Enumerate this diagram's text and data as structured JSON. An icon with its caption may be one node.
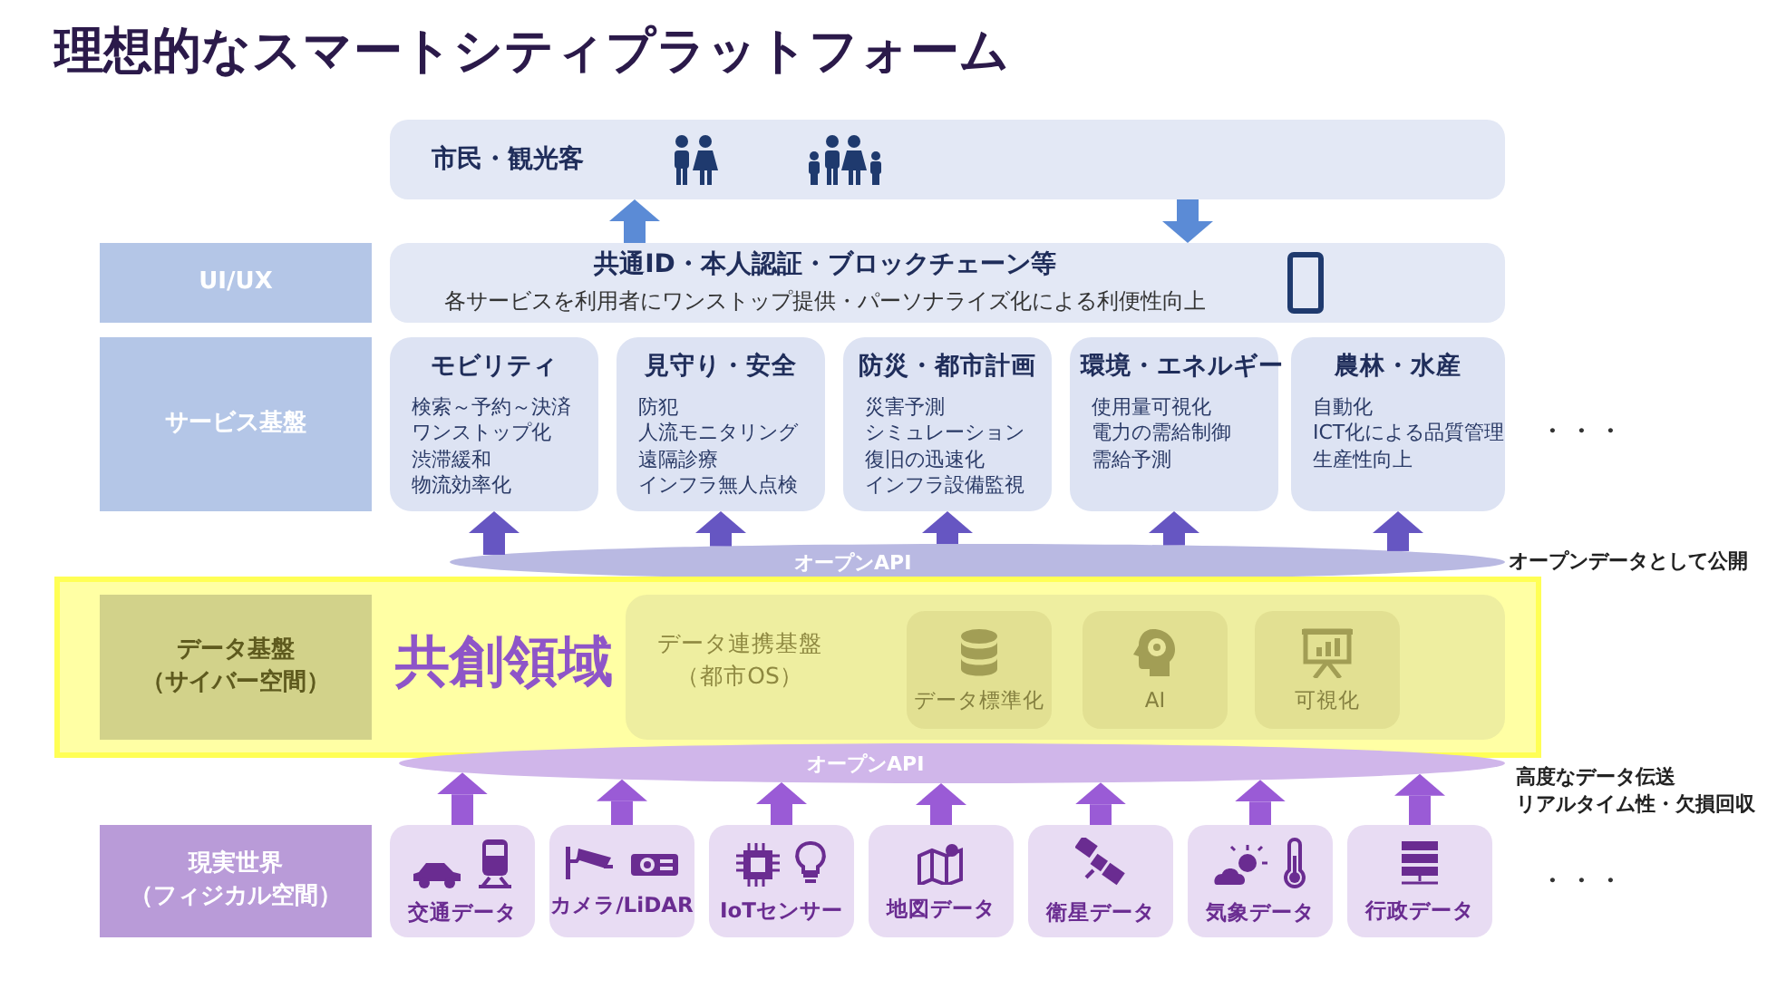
{
  "diagram": {
    "title": "理想的なスマートシティプラットフォーム",
    "nodes": [
      {
        "text": [
          "市民・観光客"
        ]
      },
      {
        "text": [
          "UI/UX"
        ]
      },
      {
        "text": [
          "共通ID・本人認証・ブロックチェーン等",
          "各サービスを利用者にワンストップ提供・パーソナライズ化による利便性向上"
        ]
      },
      {
        "text": [
          "サービス基盤"
        ]
      },
      {
        "text": [
          "モビリティ",
          "検索～予約～決済",
          "ワンストップ化",
          "渋滞緩和",
          "物流効率化"
        ]
      },
      {
        "text": [
          "見守り・安全",
          "防犯",
          "人流モニタリング",
          "遠隔診療",
          "インフラ無人点検"
        ]
      },
      {
        "text": [
          "防災・都市計画",
          "災害予測",
          "シミュレーション",
          "復旧の迅速化",
          "インフラ設備監視"
        ]
      },
      {
        "text": [
          "環境・エネルギー",
          "使用量可視化",
          "電力の需給制御",
          "需給予測"
        ]
      },
      {
        "text": [
          "農林・水産",
          "自動化",
          "ICT化による品質管理",
          "生産性向上"
        ]
      },
      {
        "text": [
          "オープンAPI"
        ]
      },
      {
        "text": [
          "共創領域"
        ]
      },
      {
        "text": [
          "データ基盤（サイバー空間）"
        ],
        "in": 10
      },
      {
        "text": [
          "データ連携基盤（都市OS）"
        ],
        "in": 10
      },
      {
        "text": [
          "データ標準化"
        ],
        "in": 12
      },
      {
        "text": [
          "AI"
        ],
        "in": 12
      },
      {
        "text": [
          "可視化"
        ],
        "in": 12
      },
      {
        "text": [
          "オープンAPI"
        ]
      },
      {
        "text": [
          "現実世界（フィジカル空間）"
        ]
      },
      {
        "text": [
          "交通データ"
        ]
      },
      {
        "text": [
          "カメラ/LiDAR"
        ]
      },
      {
        "text": [
          "IoTセンサー"
        ]
      },
      {
        "text": [
          "地図データ"
        ]
      },
      {
        "text": [
          "衛星データ"
        ]
      },
      {
        "text": [
          "気象データ"
        ]
      },
      {
        "text": [
          "行政データ"
        ]
      }
    ],
    "edges": [
      {
        "from": 2,
        "to": 0,
        "arrow": "to",
        "color": "#5b8bd6"
      },
      {
        "from": 0,
        "to": 2,
        "arrow": "to",
        "color": "#5b8bd6"
      },
      {
        "from": 9,
        "to": 4,
        "arrow": "to",
        "color": "#6656c2"
      },
      {
        "from": 9,
        "to": 5,
        "arrow": "to",
        "color": "#6656c2"
      },
      {
        "from": 9,
        "to": 6,
        "arrow": "to",
        "color": "#6656c2"
      },
      {
        "from": 9,
        "to": 7,
        "arrow": "to",
        "color": "#6656c2"
      },
      {
        "from": 9,
        "to": 8,
        "arrow": "to",
        "color": "#6656c2"
      },
      {
        "from": 18,
        "to": 16,
        "arrow": "to"
      },
      {
        "from": 19,
        "to": 16,
        "arrow": "to"
      },
      {
        "from": 20,
        "to": 16,
        "arrow": "to"
      },
      {
        "from": 21,
        "to": 16,
        "arrow": "to"
      },
      {
        "from": 22,
        "to": 16,
        "arrow": "to"
      },
      {
        "from": 23,
        "to": 16,
        "arrow": "to"
      },
      {
        "from": 24,
        "to": 16,
        "arrow": "to"
      }
    ],
    "labels": [
      "・・・",
      "オープンデータとして公開",
      "高度なデータ伝送",
      "リアルタイム性・欠損回収",
      "・・・"
    ]
  }
}
